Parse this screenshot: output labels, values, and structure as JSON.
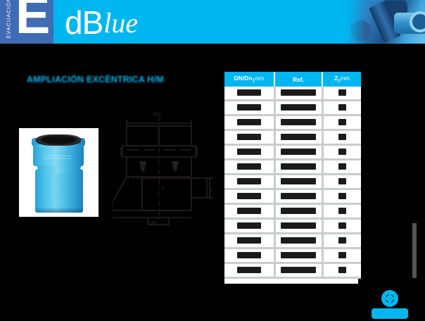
{
  "header": {
    "category_label": "EVACUACIÓN",
    "category_initial": "E",
    "brand_part_1": "dB",
    "brand_part_2": "lue",
    "banner_color": "#00b6f0",
    "badge_color": "#3f6cb4",
    "photo_alt": "blue-pipe-fittings-photo"
  },
  "section": {
    "title": "AMPLIACIÓN EXCÉNTRICA H/M"
  },
  "product_photo": {
    "alt": "eccentric-reducer-fitting-photo",
    "body_color": "#49c0e8",
    "gasket_color": "#141414"
  },
  "drawing": {
    "alt": "eccentric-reducer-technical-drawing",
    "labels": {
      "top_diameter": "Dn",
      "bottom_diameter": "DN",
      "height": "Z",
      "inner": "d"
    }
  },
  "table": {
    "header_bg": "#00b6f0",
    "grid_color": "#c9cbcc",
    "columns": [
      {
        "label": "DN/Dn",
        "sub": "1",
        "unit": "mm"
      },
      {
        "label": "Ref.",
        "sub": "",
        "unit": ""
      },
      {
        "label": "Z",
        "sub": "1",
        "unit": "mm"
      }
    ],
    "rows": [
      {
        "dn": "",
        "ref": "",
        "z": "",
        "redacted": true
      },
      {
        "dn": "",
        "ref": "",
        "z": "",
        "redacted": true
      },
      {
        "dn": "",
        "ref": "",
        "z": "",
        "redacted": true
      },
      {
        "dn": "",
        "ref": "",
        "z": "",
        "redacted": true
      },
      {
        "dn": "",
        "ref": "",
        "z": "",
        "redacted": true
      },
      {
        "dn": "",
        "ref": "",
        "z": "",
        "redacted": true
      },
      {
        "dn": "",
        "ref": "",
        "z": "",
        "redacted": true
      },
      {
        "dn": "",
        "ref": "",
        "z": "",
        "redacted": true
      },
      {
        "dn": "",
        "ref": "",
        "z": "",
        "redacted": true
      },
      {
        "dn": "",
        "ref": "",
        "z": "",
        "redacted": true
      },
      {
        "dn": "",
        "ref": "",
        "z": "",
        "redacted": true
      },
      {
        "dn": "",
        "ref": "",
        "z": "",
        "redacted": true
      },
      {
        "dn": "",
        "ref": "",
        "z": "",
        "redacted": true
      }
    ]
  },
  "footer": {
    "logo_color": "#00b6f0",
    "logo_alt": "manufacturer-logo"
  },
  "side_strip": {
    "color": "#545454"
  }
}
